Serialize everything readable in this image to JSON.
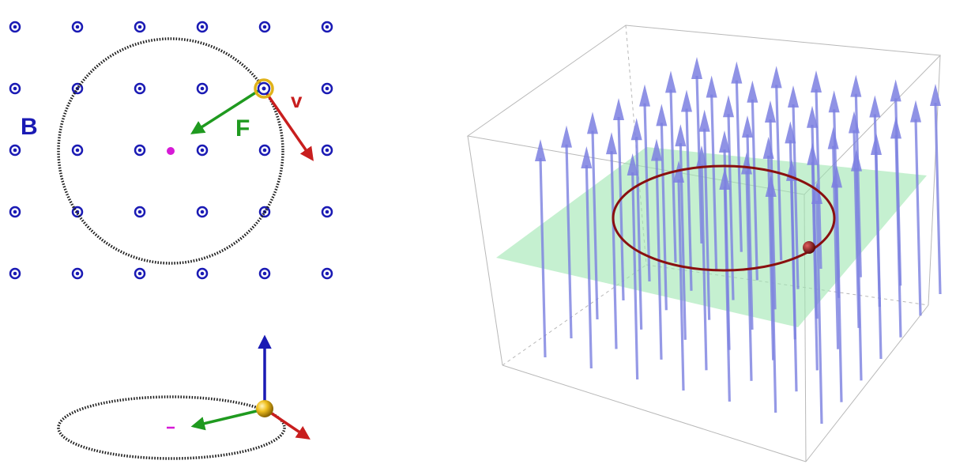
{
  "labels": {
    "field": "B",
    "force": "F",
    "velocity": "v"
  },
  "colors": {
    "field": "#1a1ab4",
    "force": "#1f9a1f",
    "velocity": "#c81e1e",
    "center": "#d61ad6",
    "charge": "#e0b21a",
    "orbit": "#202020",
    "plane": "#9ee6b0",
    "vector": "#7b7fe0",
    "trajectory": "#8a1010"
  },
  "grid": {
    "rows": 5,
    "cols": 6
  }
}
